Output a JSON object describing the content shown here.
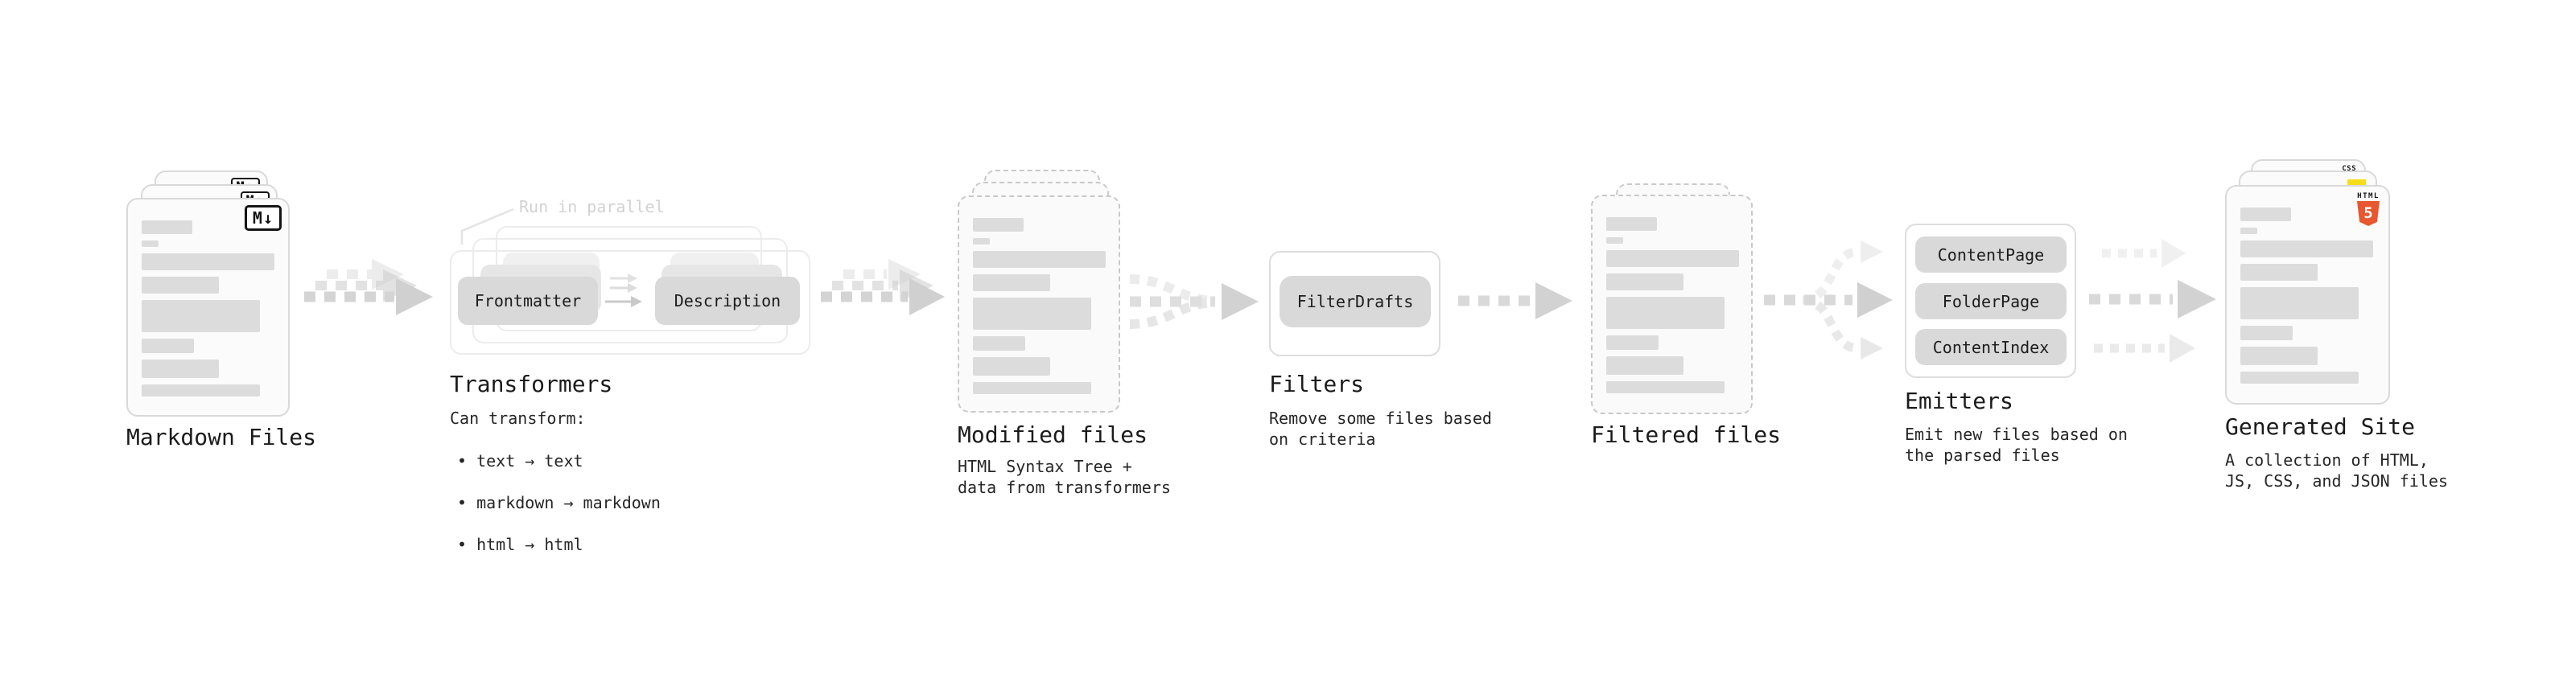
{
  "stages": {
    "markdown": {
      "label": "Markdown Files"
    },
    "transformers": {
      "label": "Transformers",
      "note": "Run in parallel",
      "pills": [
        "Frontmatter",
        "Description"
      ],
      "sub_title": "Can transform:",
      "bullets": [
        "• text → text",
        "• markdown → markdown",
        "• html → html"
      ]
    },
    "modified": {
      "label": "Modified files",
      "sub": "HTML Syntax Tree +\ndata from transformers"
    },
    "filters": {
      "label": "Filters",
      "pill": "FilterDrafts",
      "sub": "Remove some files based\non criteria"
    },
    "filtered": {
      "label": "Filtered files"
    },
    "emitters": {
      "label": "Emitters",
      "pills": [
        "ContentPage",
        "FolderPage",
        "ContentIndex"
      ],
      "sub": "Emit new files based on\nthe parsed files"
    },
    "generated": {
      "label": "Generated Site",
      "sub": "A collection of HTML,\nJS, CSS, and JSON files"
    }
  },
  "badges": {
    "markdown": "M↓",
    "css": "CSS",
    "html": "HTML",
    "html_number": "5"
  },
  "colors": {
    "html_orange": "#e8572f",
    "js_yellow": "#f5de19",
    "css_blue": "#2965f1",
    "arrow_gray": "#d4d4d4",
    "pill_gray": "#d9d9d9",
    "card_border": "#d9d9d9",
    "heading_text": "#1b1b1b"
  }
}
